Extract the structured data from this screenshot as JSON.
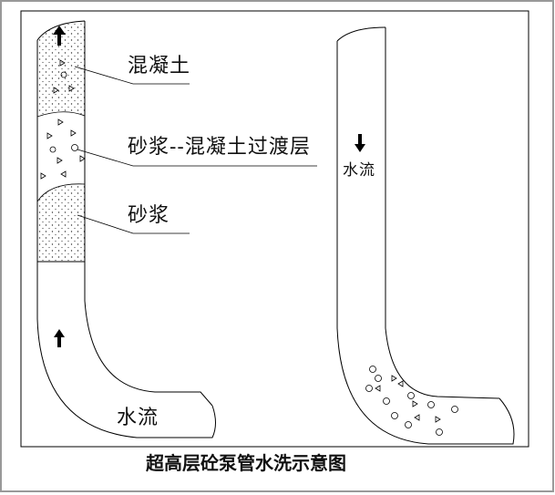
{
  "labels": {
    "concrete": "混凝土",
    "transition": "砂浆--混凝土过渡层",
    "mortar": "砂浆",
    "water_flow_left": "水流",
    "water_flow_right": "水流"
  },
  "title": "超高层砼泵管水洗示意图",
  "icons": [
    "arrow-up-icon",
    "arrow-down-icon"
  ]
}
